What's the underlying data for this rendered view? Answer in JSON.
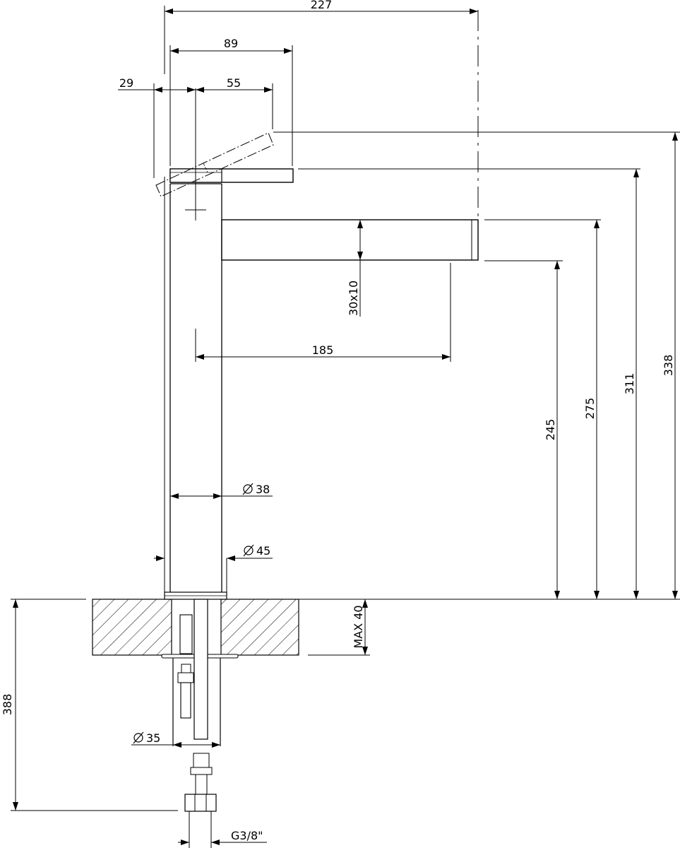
{
  "dimensions": {
    "total_width": "227",
    "handle_reach": "89",
    "handle_offset": "29",
    "handle_lift": "55",
    "spout_section": "30x10",
    "spout_reach": "185",
    "spout_outlet_height": "245",
    "spout_top_height": "275",
    "handle_height": "311",
    "handle_lifted_height": "338",
    "body_diameter": "38",
    "base_diameter": "45",
    "max_counter_thickness": "MAX 40",
    "below_counter_length": "388",
    "shank_diameter": "35",
    "thread": "G3/8\""
  },
  "symbols": {
    "diameter": "diameter-symbol"
  }
}
